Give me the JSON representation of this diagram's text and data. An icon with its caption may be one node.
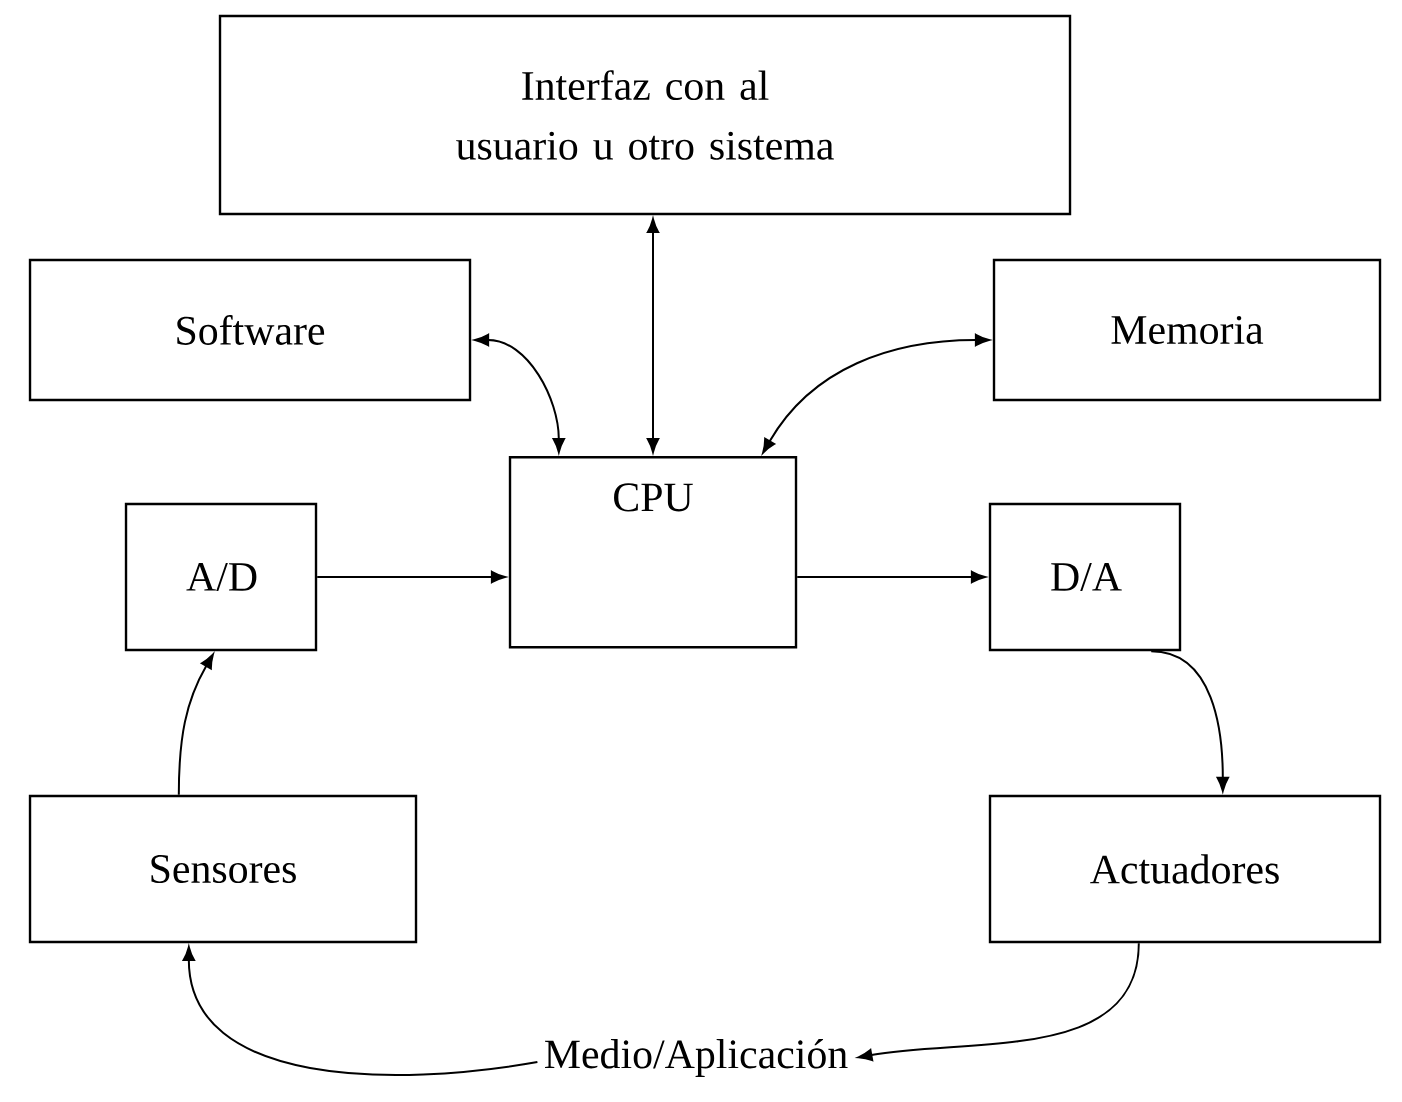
{
  "diagram": {
    "nodes": [
      {
        "text": [
          "Interfaz con al usuario u otro sistema"
        ]
      },
      {
        "text": [
          "Software"
        ]
      },
      {
        "text": [
          "Memoria"
        ]
      },
      {
        "text": [
          "A/D"
        ]
      },
      {
        "text": [
          "CPU"
        ]
      },
      {
        "text": [
          "D/A"
        ]
      },
      {
        "text": [
          "Sensores"
        ]
      },
      {
        "text": [
          "Actuadores"
        ]
      },
      {
        "text": [
          "Medio/Aplicación"
        ]
      }
    ],
    "edges": [
      {
        "from": 0,
        "to": 4,
        "arrow": "both"
      },
      {
        "from": 1,
        "to": 4,
        "arrow": "both"
      },
      {
        "from": 2,
        "to": 4,
        "arrow": "both"
      },
      {
        "from": 3,
        "to": 4,
        "arrow": "to"
      },
      {
        "from": 4,
        "to": 5,
        "arrow": "to"
      },
      {
        "from": 5,
        "to": 7,
        "arrow": "to"
      },
      {
        "from": 6,
        "to": 3,
        "arrow": "to"
      },
      {
        "from": 7,
        "to": 8,
        "arrow": "to"
      },
      {
        "from": 8,
        "to": 6,
        "arrow": "to"
      }
    ]
  }
}
